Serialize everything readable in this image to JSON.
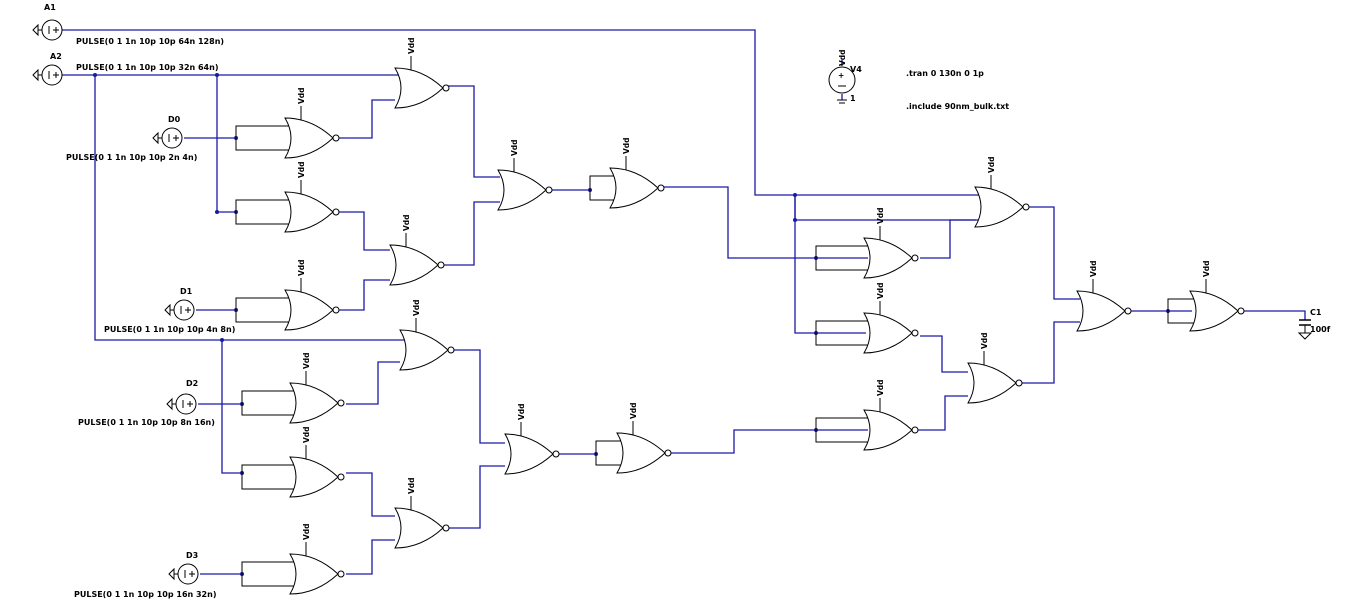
{
  "supply_label": "Vdd",
  "sources": [
    {
      "id": "A1",
      "name": "A1",
      "value": "PULSE(0 1 1n 10p 10p 64n 128n)"
    },
    {
      "id": "A2",
      "name": "A2",
      "value": "PULSE(0 1 1n 10p 10p 32n 64n)"
    },
    {
      "id": "D0",
      "name": "D0",
      "value": "PULSE(0 1 1n 10p 10p 2n 4n)"
    },
    {
      "id": "D1",
      "name": "D1",
      "value": "PULSE(0 1 1n 10p 10p 4n 8n)"
    },
    {
      "id": "D2",
      "name": "D2",
      "value": "PULSE(0 1 1n 10p 10p 8n 16n)"
    },
    {
      "id": "D3",
      "name": "D3",
      "value": "PULSE(0 1 1n 10p 10p 16n 32n)"
    }
  ],
  "supply_source": {
    "name": "V4",
    "value": "1"
  },
  "directives": [
    ".tran 0 130n 0 1p",
    ".include 90nm_bulk.txt"
  ],
  "capacitor": {
    "name": "C1",
    "value": "100f"
  }
}
